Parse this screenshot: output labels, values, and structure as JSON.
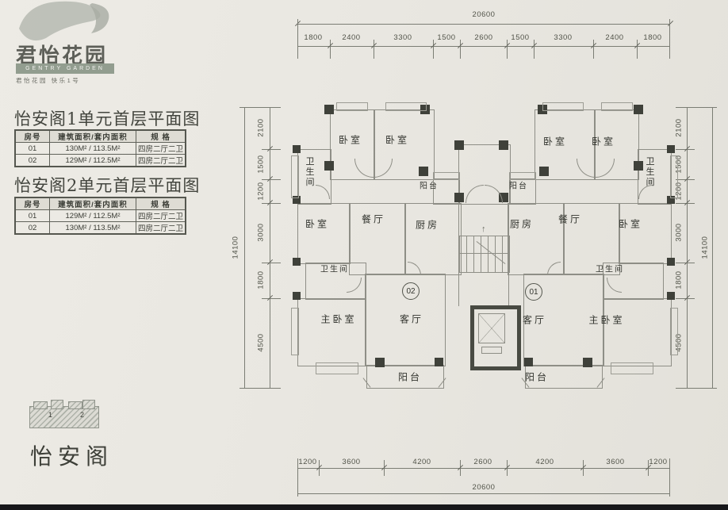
{
  "logo": {
    "brand_cn": "君怡花园",
    "brand_en": "GENTRY GARDEN",
    "tagline": "君怡花园 快乐1号"
  },
  "sections": [
    {
      "title": "怡安阁1单元首层平面图",
      "table": {
        "headers": [
          "房号",
          "建筑面积/套内面积",
          "规  格"
        ],
        "rows": [
          [
            "01",
            "130M² / 113.5M²",
            "四房二厅二卫"
          ],
          [
            "02",
            "129M² / 112.5M²",
            "四房二厅二卫"
          ]
        ]
      }
    },
    {
      "title": "怡安阁2单元首层平面图",
      "table": {
        "headers": [
          "房号",
          "建筑面积/套内面积",
          "规  格"
        ],
        "rows": [
          [
            "01",
            "129M² / 112.5M²",
            "四房二厅二卫"
          ],
          [
            "02",
            "130M² / 113.5M²",
            "四房二厅二卫"
          ]
        ]
      }
    }
  ],
  "plan": {
    "unit_left": "02",
    "unit_right": "01",
    "labels": {
      "bedroom": "卧室",
      "dining": "餐厅",
      "kitchen": "厨房",
      "bath": "卫生间",
      "master": "主卧室",
      "living": "客厅",
      "balcony": "阳台"
    },
    "dims": {
      "top_total": "20600",
      "top": [
        "1800",
        "2400",
        "3300",
        "1500",
        "2600",
        "1500",
        "3300",
        "2400",
        "1800"
      ],
      "bottom": [
        "1200",
        "3600",
        "4200",
        "2600",
        "4200",
        "3600",
        "1200"
      ],
      "bottom_total": "20600",
      "left": [
        "2100",
        "1500",
        "1200",
        "3000",
        "1800",
        "4500"
      ],
      "left_total": "14100",
      "right": [
        "2100",
        "1500",
        "1200",
        "3000",
        "1800",
        "4500"
      ],
      "right_total": "14100"
    }
  },
  "footer": {
    "building": "怡安阁",
    "markers": [
      "1",
      "2"
    ]
  }
}
